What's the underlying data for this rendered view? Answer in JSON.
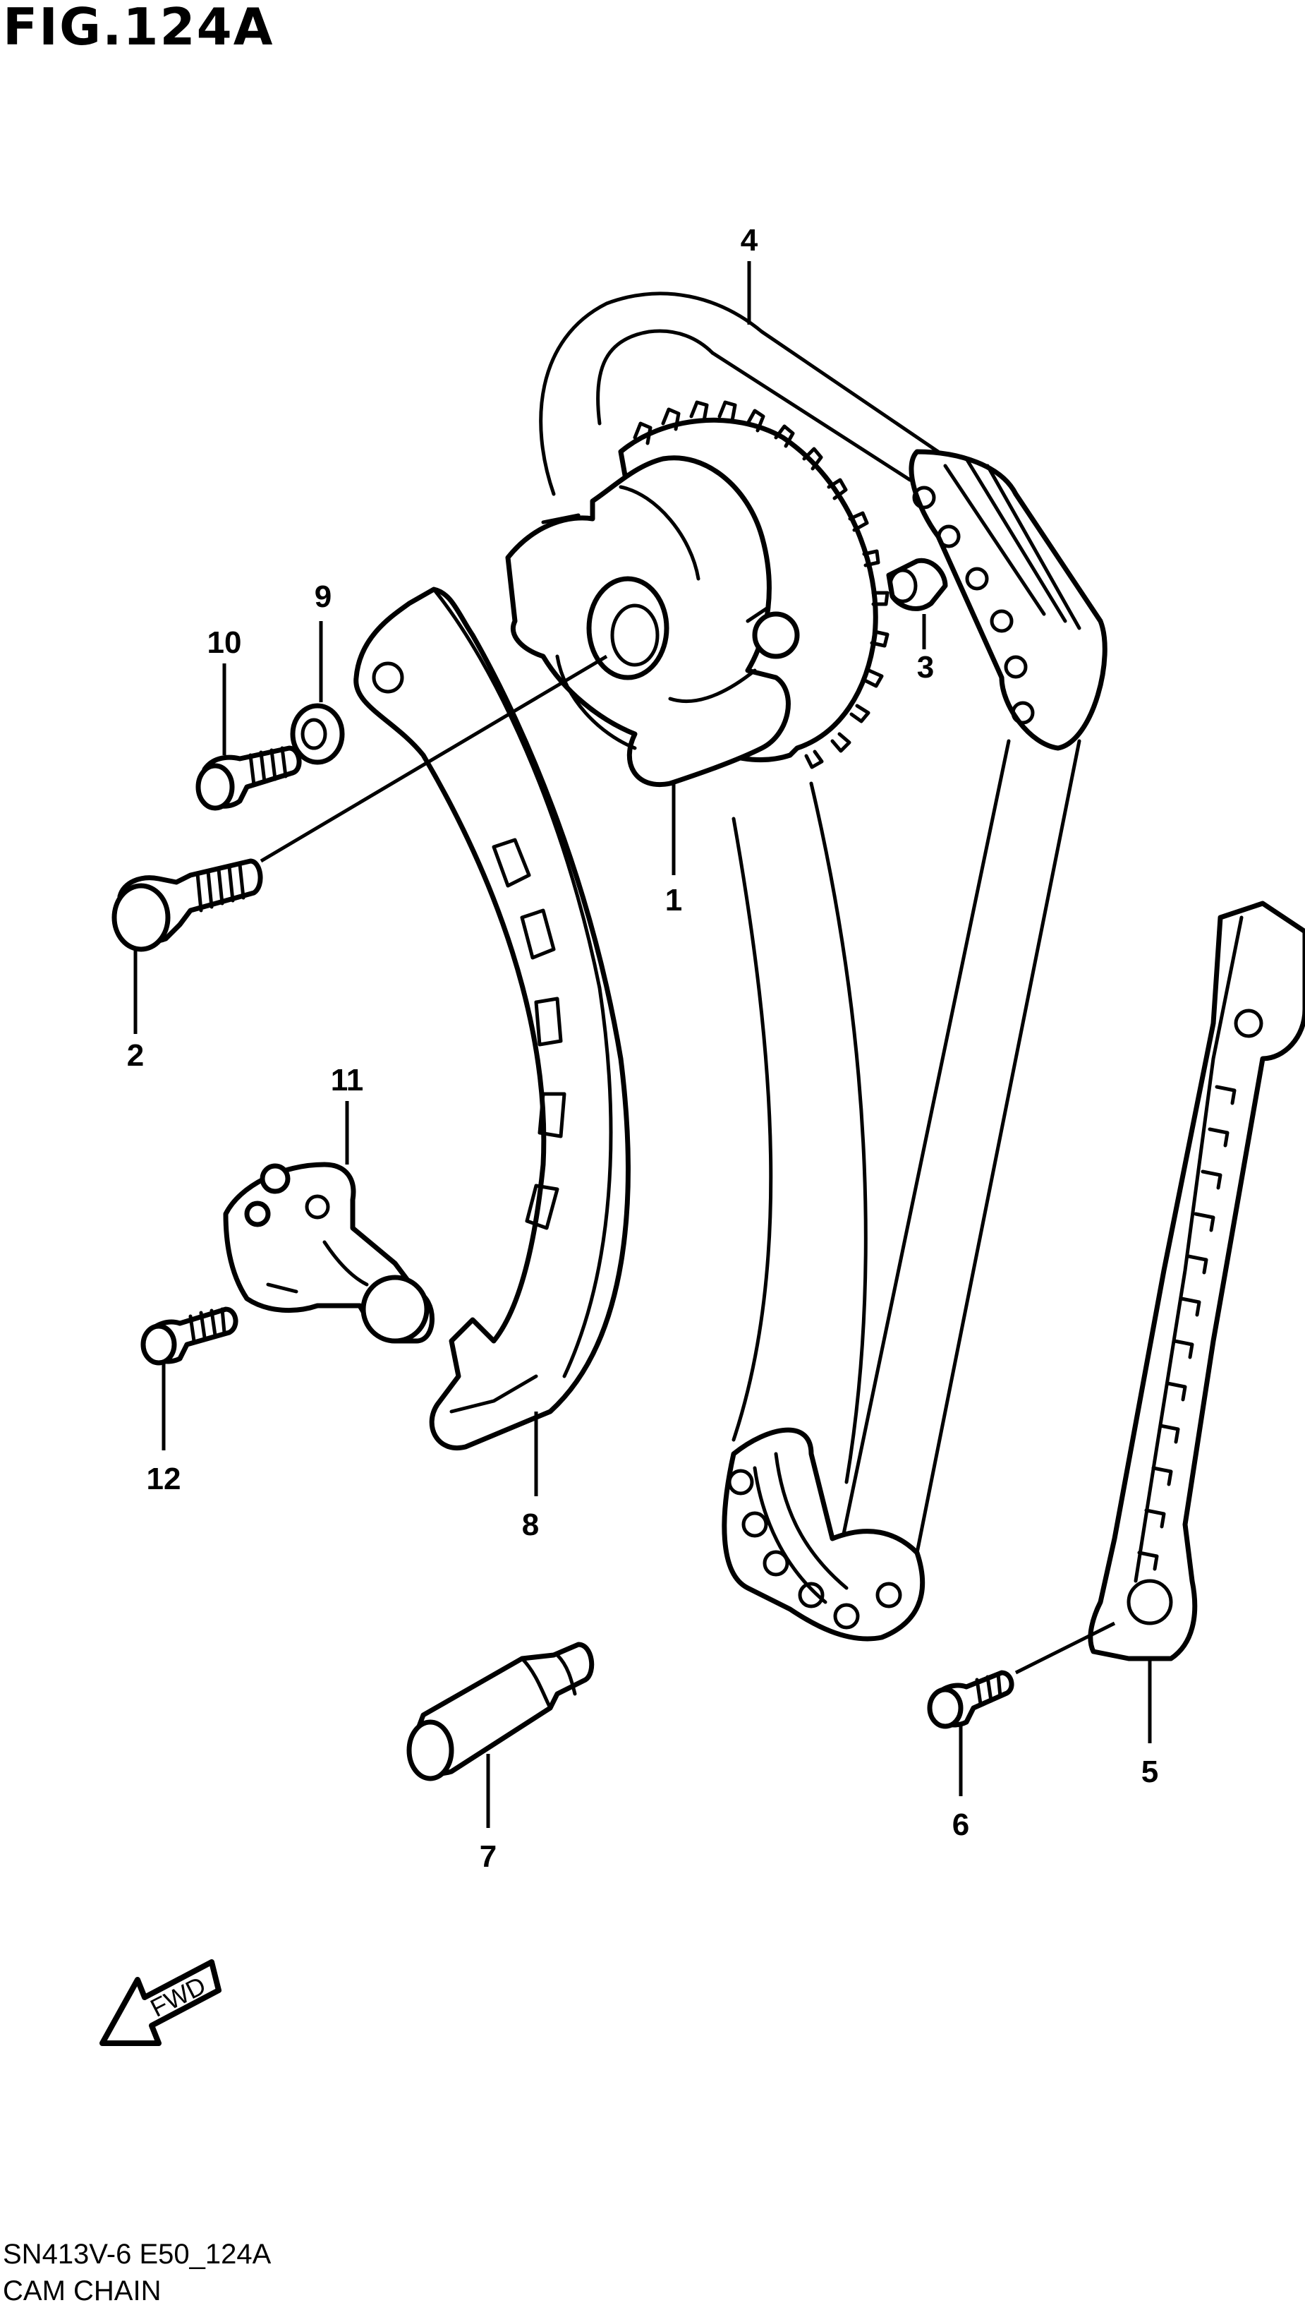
{
  "figure": {
    "title": "FIG.124A"
  },
  "callouts": {
    "p1": "1",
    "p2": "2",
    "p3": "3",
    "p4": "4",
    "p5": "5",
    "p6": "6",
    "p7": "7",
    "p8": "8",
    "p9": "9",
    "p10": "10",
    "p11": "11",
    "p12": "12"
  },
  "direction_arrow": {
    "label": "FWD"
  },
  "footer": {
    "code": "SN413V-6 E50_124A",
    "name": "CAM CHAIN"
  }
}
